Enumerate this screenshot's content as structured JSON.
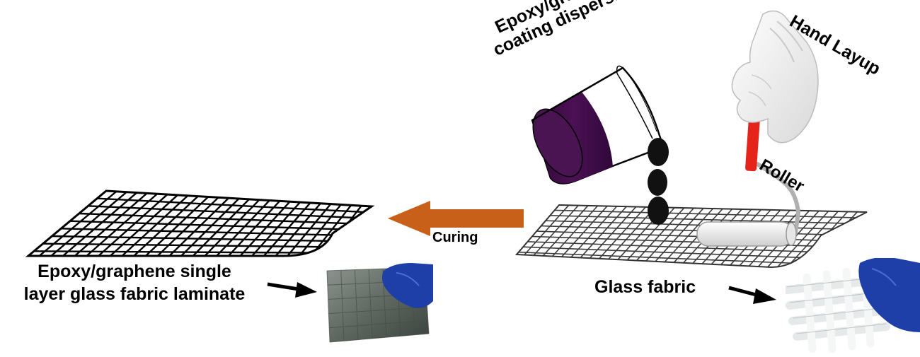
{
  "labels": {
    "coating_line1": "Epoxy/graphene",
    "coating_line2": "coating dispersion",
    "hand_layup": "Hand Layup",
    "roller": "Roller",
    "curing": "Curing",
    "glass_fabric": "Glass fabric",
    "laminate_line1": "Epoxy/graphene single",
    "laminate_line2": "layer glass fabric laminate"
  },
  "colors": {
    "curing_arrow": "#C8601A",
    "dispersion": "#3D0A44",
    "roller_handle": "#E5231B",
    "laminate_grid": "#000000",
    "fabric_grid": "#333333",
    "glove": "#F2F2F2",
    "nitrile_glove": "#1E3FA8"
  },
  "icons": {
    "beaker": "beaker-icon",
    "glove": "glove-icon",
    "roller": "paint-roller-icon",
    "drop": "drop-icon",
    "arrow": "arrow-icon"
  }
}
